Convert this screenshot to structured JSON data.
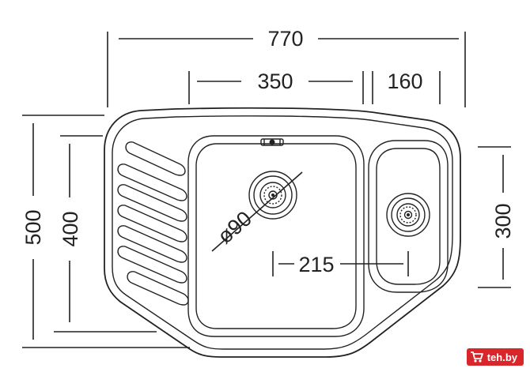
{
  "dimensions": {
    "total_width": "770",
    "main_bowl_width": "350",
    "small_bowl_width": "160",
    "total_depth": "500",
    "drainboard_depth": "400",
    "small_bowl_depth": "300",
    "drain_spacing": "215",
    "drain_diameter": "ø90"
  },
  "watermark": {
    "text": "teh.by"
  },
  "colors": {
    "line": "#222222",
    "watermark_bg": "#d9262b",
    "watermark_text": "#ffffff"
  },
  "icons": {
    "watermark_icon": "shopping-cart-icon"
  }
}
